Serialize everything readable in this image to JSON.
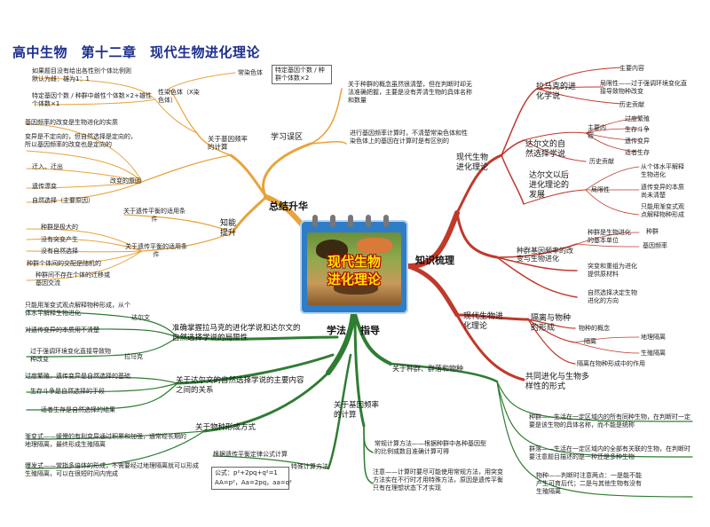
{
  "title": "高中生物　第十二章　现代生物进化理论",
  "center": {
    "line1": "现代生物",
    "line2": "进化理论"
  },
  "branches": {
    "summary": "总结升华",
    "knowledge": "知识梳理",
    "method_a": "学法",
    "method_b": "指导"
  },
  "summary": {
    "errors": "学习误区",
    "err_note1": "关于种群的概念虽然很清楚，但在判断时却无法准确把握，主要是没有弄清生物的具体名称和数量",
    "err_note2": "进行基因频率计算时，不清楚常染色体和性染色体上的基因在计算时是有区别的",
    "freq_calc": "关于基因频率的计算",
    "autosome_lbl": "常染色体",
    "autosome_formula": "特定基因个数 / 种群个体数×2",
    "sex_lbl": "性染色体（X染色体）",
    "sex_formula1": "如果题目没有给出各性别个体比例则默认为雌：雄为1：1",
    "sex_formula2": "特定基因个数 / 种群中雌性个体数×2+雄性个体数×1",
    "change_cause": "改变的原因",
    "cause_head": "基因频率的改变是生物进化的实质",
    "cause_note": "变异是不定向的，但自然选择是定向的，所以基因频率的改变也是定向的",
    "cause1": "迁入、迁出",
    "cause2": "遗传漂变",
    "cause3": "自然选择（主要原因）",
    "ability": "知能提升",
    "hw_cond": "关于遗传平衡的适用条件",
    "hw_apply": "关于遗传平衡的适用条件",
    "cond1": "种群是极大的",
    "cond2": "没有突变产生",
    "cond3": "没有自然选择",
    "cond4": "种群个体间的交配是随机的",
    "cond5": "种群间不存在个体的迁移或基因交流"
  },
  "knowledge": {
    "lamarck": "拉马克的进化学说",
    "lamarck1": "主要内容",
    "lamarck2": "局限性——过于强调环境变化直接导致物种改变",
    "lamarck3": "历史贡献",
    "darwin": "达尔文的自然选择学说",
    "darwin_main": "主要内容",
    "darwin_m1": "过度繁殖",
    "darwin_m2": "生存斗争",
    "darwin_m3": "遗传变异",
    "darwin_m4": "适者生存",
    "darwin_hist": "历史贡献",
    "darwin_limit": "局限性",
    "limit1": "从个体水平解释生物进化",
    "limit2": "遗传变异的本质尚未清楚",
    "limit3": "只能用渐变式观点解释物种形成",
    "post_darwin": "达尔文以后进化理论的发展",
    "modern": "现代生物进化理论",
    "pop_freq": "种群基因频率的改变与生物进化",
    "pf1": "种群是生物进化的基本单位",
    "pf1a": "种群",
    "pf1b": "基因频率",
    "pf2": "突变和重组为进化提供原材料",
    "pf3": "自然选择决定生物进化的方向",
    "modern2": "现代生物进化理论",
    "isolation": "隔离与物种的形成",
    "iso1": "物种的概念",
    "iso2": "隔离",
    "iso2a": "地理隔离",
    "iso2b": "生殖隔离",
    "iso3": "隔离在物种形成中的作用",
    "coevo": "共同进化与生物多样性的形式"
  },
  "method": {
    "darwin_q": "准确掌握拉马克的进化学说和达尔文的自然选择学说的局限性",
    "dq_lbl1": "达尔文",
    "dq1": "只能用渐变式观点解释物种形成，从个体水平解释生物进化",
    "dq2": "对遗传变异的本质用不清楚",
    "dq_lbl2": "拉马克",
    "dq3": "过于强调环境变化直接导致物种改变",
    "nat_sel": "关于达尔文的自然选择学说的主要内容之间的关系",
    "ns1": "过度繁殖，遗传变异是自然选择的基础",
    "ns2": "生存斗争是自然选择的手段",
    "ns3": "适者生存是自然选择的结果",
    "species_form": "关于物种形成方式",
    "sf1": "渐变式——缓慢的有利变异通过积累和加强，通常经长期的地理隔离，最终形成生殖隔离",
    "sf2": "爆发式——常指多倍体的形成，不需要经过地理隔离就可以形成生殖隔离，可以在很短时间内完成",
    "pop_comm": "关于种群、群落和物种",
    "pc1": "种群——生活在一定区域内的所有同种生物，在判断时一定要是该生物的具体名称，而不能是统称",
    "pc2": "群落——生活在一定区域内的全部有关联的生物，在判断时要注意题目描述的是一种还是多种生物",
    "pc3": "物种——判断时注意两点：一是能不能产生可育后代；二是与其他生物有没有生殖隔离",
    "gene_calc": "关于基因频率的计算",
    "gc1": "常规计算方法——根据种群中各种基因型的比例或数目准确计算可得",
    "gc2": "注意——计算时要尽可能使用常规方法，用突变方法实在不行时才用特殊方法，原因是遗传平衡只有在理想状态下才实现",
    "special": "特殊计算方法",
    "sp_head": "根据遗传平衡定律公式计算",
    "sp_formula1": "公式：p²+2pq+q²=1",
    "sp_formula2": "AA=p²，Aa=2pq，aa=q²"
  },
  "colors": {
    "summary": "#e1a13a",
    "knowledge": "#c0392b",
    "method": "#2e7d32",
    "title": "#1b2e8e"
  }
}
